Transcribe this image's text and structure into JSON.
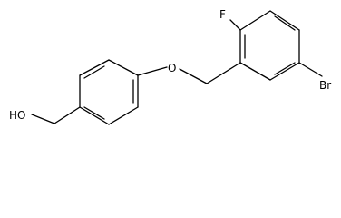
{
  "molecule": {
    "atoms": {
      "fluorine": "F",
      "ether_oxygen": "O",
      "bromine": "Br",
      "hydroxyl": "HO"
    }
  }
}
